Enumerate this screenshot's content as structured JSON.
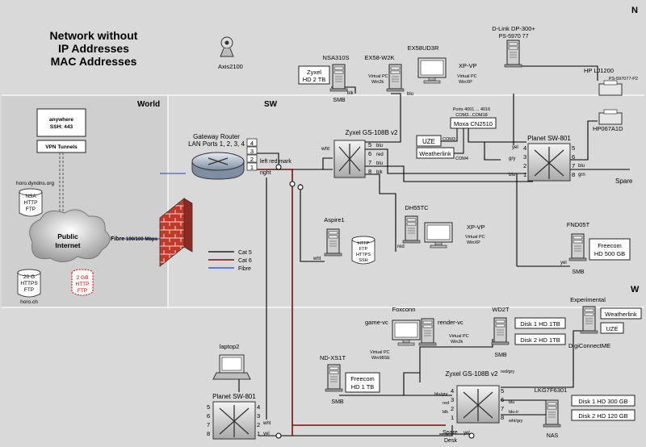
{
  "colors": {
    "background": "#d9d9d9",
    "cat5": "#000000",
    "cat6": "#7a1010",
    "fibre": "#1f3fd8",
    "ftp_red": "#dd0000"
  },
  "title": {
    "line1": "Network without",
    "line2": "IP Addresses",
    "line3": "MAC Addresses"
  },
  "zones": {
    "north": "N",
    "world": "World",
    "southwest": "SW",
    "west": "W"
  },
  "devices": {
    "axis": "Axis2100",
    "nsa": {
      "name": "NSA310S",
      "disk1": "Zyxel",
      "disk2": "HD 2 TB",
      "proto": "SMB"
    },
    "ex58w2k": {
      "name": "EX58-W2K"
    },
    "ex58ud3r": {
      "name": "EX58UD3R"
    },
    "xpvp1": {
      "name": "XP-VP",
      "sub1": "Virtual PC",
      "sub2": "WinXP"
    },
    "vpc_win2k": {
      "sub1": "Virtual PC",
      "sub2": "Win2k"
    },
    "dlink": {
      "name1": "D-Link DP-300+",
      "name2": "PS-5970 77"
    },
    "hplj": {
      "name1": "HP LJ1200",
      "name2": "PS-597077-P2"
    },
    "hp067": "HP067A1D",
    "moxa": {
      "ports1": "Ports 4001 ... 4016",
      "ports2": "COM3...COM18",
      "name": "Moxa CN2510"
    },
    "uze_n": "UZE",
    "com3": "COM3",
    "weatherlink_n": "Weatherlink",
    "com4": "COM4",
    "planet_n": "Planet SW-801",
    "spare": "Spare",
    "zyxel_sw": "Zyxel GS-108B v2",
    "gateway": {
      "name1": "Gateway Router",
      "name2": "LAN Ports 1, 2, 3, 4",
      "left_mark": "left red mark",
      "right": "right"
    },
    "dh55tc": "DH55TC",
    "xpvp2": {
      "name": "XP-VP",
      "sub1": "Virtual PC",
      "sub2": "WinXP"
    },
    "aspire": {
      "name": "Aspire1",
      "svc1": "HTTP",
      "svc2": "FTP",
      "svc3": "HTTPS",
      "svc4": "SSH"
    },
    "fnd05t": {
      "name": "FND05T",
      "disk1": "Freecom",
      "disk2": "HD 500 GB",
      "proto": "SMB"
    },
    "anywhere": {
      "line1": "anywhere",
      "line2": "SSH: 443"
    },
    "vpn": "VPN Tunnels",
    "horo_dyndns": {
      "name": "horo.dyndns.org",
      "s1": "NSA",
      "s2": "HTTP",
      "s3": "FTP"
    },
    "cloud": {
      "line1": "Public",
      "line2": "Internet"
    },
    "fibre_label": "Fibre",
    "fibre_speed": "100/100 Mbps",
    "horo_ch": {
      "s1": "20 G",
      "s2": "HTTPS",
      "s3": "FTP",
      "name": "horo.ch"
    },
    "ftp_red_db": {
      "s1": "2 GB",
      "s2": "HTTP",
      "s3": "FTP"
    },
    "legend": {
      "cat5": "Cat 5",
      "cat6": "Cat 6",
      "fibre": "Fibre"
    },
    "foxconn": "Foxconn",
    "gamevc": {
      "name": "game-vc",
      "sub1": "Virtual PC",
      "sub2": "Win98SE"
    },
    "rendervc": {
      "name": "render-vc",
      "sub1": "Virtual PC",
      "sub2": "Win2k"
    },
    "wd2t": {
      "name": "WD2T",
      "disk1": "Disk 1 HD 1TB",
      "disk2": "Disk 2 HD 1TB",
      "proto": "SMB"
    },
    "experimental": "Experimental",
    "weatherlink_w": "Weatherlink",
    "uze_w": "UZE",
    "digiconnect": "DigiConnectME",
    "ndxs1t": {
      "name": "ND-XS1T",
      "disk1": "Freecom",
      "disk2": "HD 1 TB",
      "proto": "SMB"
    },
    "laptop": "laptop2",
    "planet_w": "Planet SW-801",
    "lkg": {
      "name": "LKG7F6301",
      "disk1": "Disk 1 HD 300 GB",
      "disk2": "Disk 2 HD 120 GB",
      "proto": "NAS"
    },
    "spare_desk": {
      "line1": "Spare",
      "line2": "Desk"
    }
  },
  "port_labels": {
    "gw": [
      "4",
      "3",
      "2",
      "1"
    ],
    "zy1_left": [
      "wht",
      "",
      "",
      ""
    ],
    "zy1_nums": [
      "5",
      "6",
      "7",
      "8"
    ],
    "zy1_right": [
      "blu",
      "red",
      "blu",
      "blk"
    ],
    "pl1_left": [
      "yel",
      "gry",
      "",
      "blu"
    ],
    "pl1_nums": [
      "4",
      "3",
      "2",
      "1",
      "5",
      "6",
      "7",
      "8"
    ],
    "pl1_right": [
      "",
      "",
      "blu",
      "grn"
    ],
    "zy2_left": [
      "blu/gry",
      "red",
      "blk",
      ""
    ],
    "zy2_right": [
      "blu",
      "blu-ir",
      "whi/gry"
    ],
    "zy2_nums": [
      "4",
      "3",
      "2",
      "1",
      "5",
      "6",
      "7",
      "8"
    ],
    "pl2_nums": [
      "5",
      "6",
      "7",
      "8",
      "4",
      "3",
      "2",
      "1"
    ],
    "pl2_right": [
      "wht",
      "yel"
    ],
    "misc": {
      "blk": "blk",
      "blu": "blu",
      "red": "red",
      "wht": "wht",
      "yel": "yel",
      "yel2": "yel",
      "redgry": "red/gry",
      "yel3": "yel"
    }
  }
}
